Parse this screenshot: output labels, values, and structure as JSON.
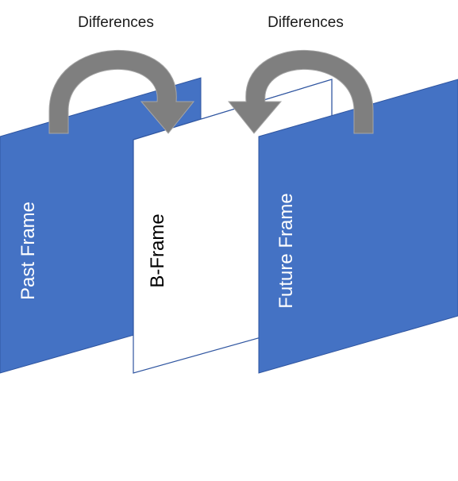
{
  "labels": {
    "differences_left": "Differences",
    "differences_right": "Differences"
  },
  "frames": {
    "past": "Past Frame",
    "b": "B-Frame",
    "future": "Future Frame"
  },
  "colors": {
    "frame_blue": "#4472c4",
    "frame_outline": "#2f55a0",
    "b_frame_fill": "#ffffff",
    "arrow_gray": "#7f7f7f",
    "arrow_edge": "#a6a6a6",
    "past_text": "#ffffff",
    "b_text": "#000000",
    "future_text": "#ffffff"
  },
  "icons": {
    "left_arrow": "curved-arrow-right-down-icon",
    "right_arrow": "curved-arrow-left-down-icon"
  }
}
